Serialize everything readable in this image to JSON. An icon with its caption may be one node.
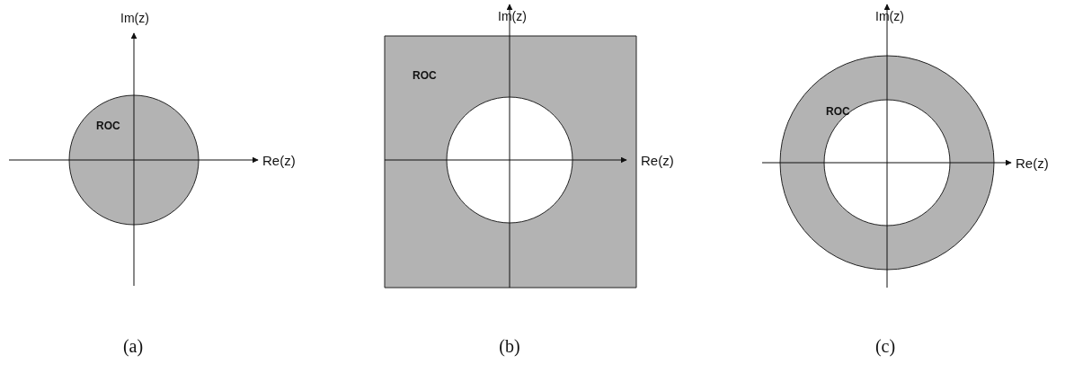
{
  "diagram": {
    "labels": [
      "Im(z)",
      "ROC",
      "Re(z)",
      "(a)",
      "Im(z)",
      "ROC",
      "Re(z)",
      "(b)",
      "Im(z)",
      "ROC",
      "Re(z)",
      "(c)"
    ]
  }
}
